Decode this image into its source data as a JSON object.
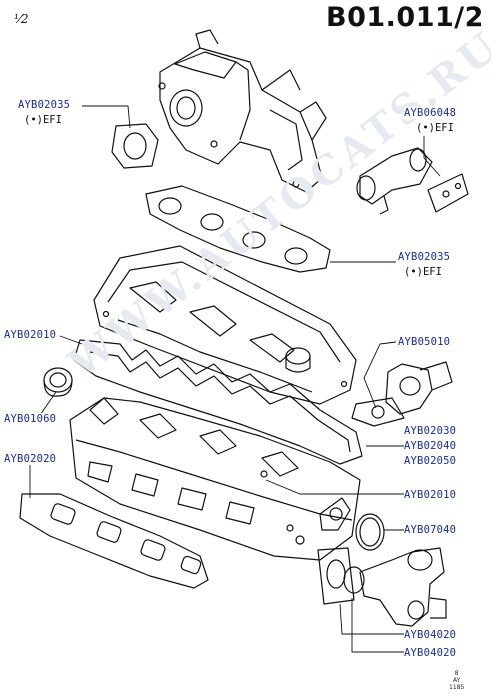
{
  "header": {
    "page_code": "B01.011/2",
    "sheet_mark": "⅟2"
  },
  "watermark": "WWW.AUTOCATS.RU",
  "stamp": {
    "line1": "8",
    "line2": "AY",
    "line3": "1185"
  },
  "colors": {
    "label": "#1a2d8c",
    "line": "#111111",
    "background": "#ffffff"
  },
  "labels": {
    "gasket_throttle_body": "AYB02035",
    "gasket_throttle_body_note": "(•)EFI",
    "gasket_efi_valve": "AYB06048",
    "gasket_efi_valve_note": "(•)EFI",
    "gasket_inlet_manifold": "AYB02035",
    "gasket_inlet_manifold_note": "(•)EFI",
    "rocker_cover_gasket": "AYB02010",
    "egr_valve": "AYB05010",
    "oil_seal": "AYB01060",
    "head_gasket_a": "AYB02030",
    "head_gasket_b": "AYB02040",
    "head_gasket_c": "AYB02050",
    "exhaust_manifold_gasket": "AYB02020",
    "cover_gasket_lower": "AYB02010",
    "o_ring": "AYB07040",
    "thermostat_housing_a": "AYB04020",
    "thermostat_housing_b": "AYB04020"
  }
}
